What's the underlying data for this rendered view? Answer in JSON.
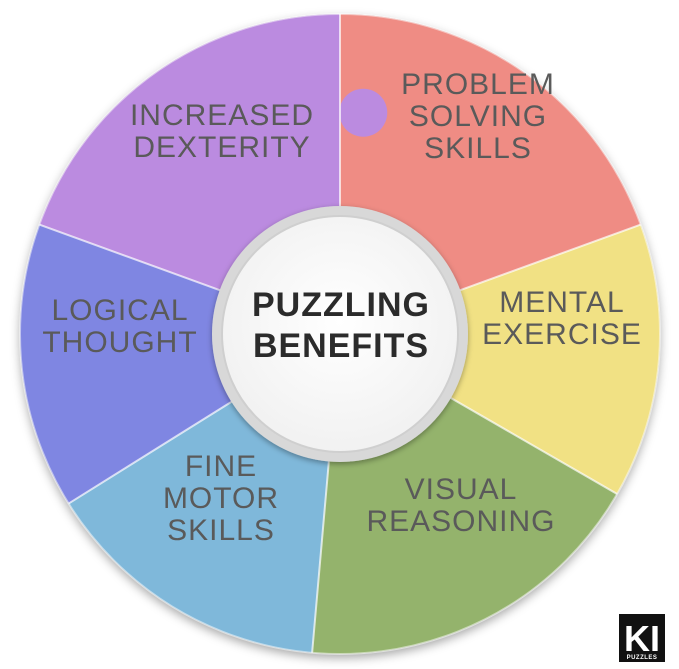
{
  "center": {
    "line1": "PUZZLING",
    "line2": "BENEFITS"
  },
  "segments": [
    {
      "name": "problem-solving",
      "color": "#ef8c84",
      "lines": [
        "PROBLEM",
        "SOLVING",
        "SKILLS"
      ]
    },
    {
      "name": "mental-exercise",
      "color": "#f1e184",
      "lines": [
        "MENTAL",
        "EXERCISE"
      ]
    },
    {
      "name": "visual-reasoning",
      "color": "#94b36c",
      "lines": [
        "VISUAL",
        "REASONING"
      ]
    },
    {
      "name": "fine-motor-skills",
      "color": "#7fb8da",
      "lines": [
        "FINE",
        "MOTOR",
        "SKILLS"
      ]
    },
    {
      "name": "logical-thought",
      "color": "#7f86e2",
      "lines": [
        "LOGICAL",
        "THOUGHT"
      ]
    },
    {
      "name": "increased-dexterity",
      "color": "#bb8be0",
      "lines": [
        "INCREASED",
        "DEXTERITY"
      ]
    }
  ],
  "logo": {
    "mark": "KI",
    "sub": "PUZZLES"
  }
}
